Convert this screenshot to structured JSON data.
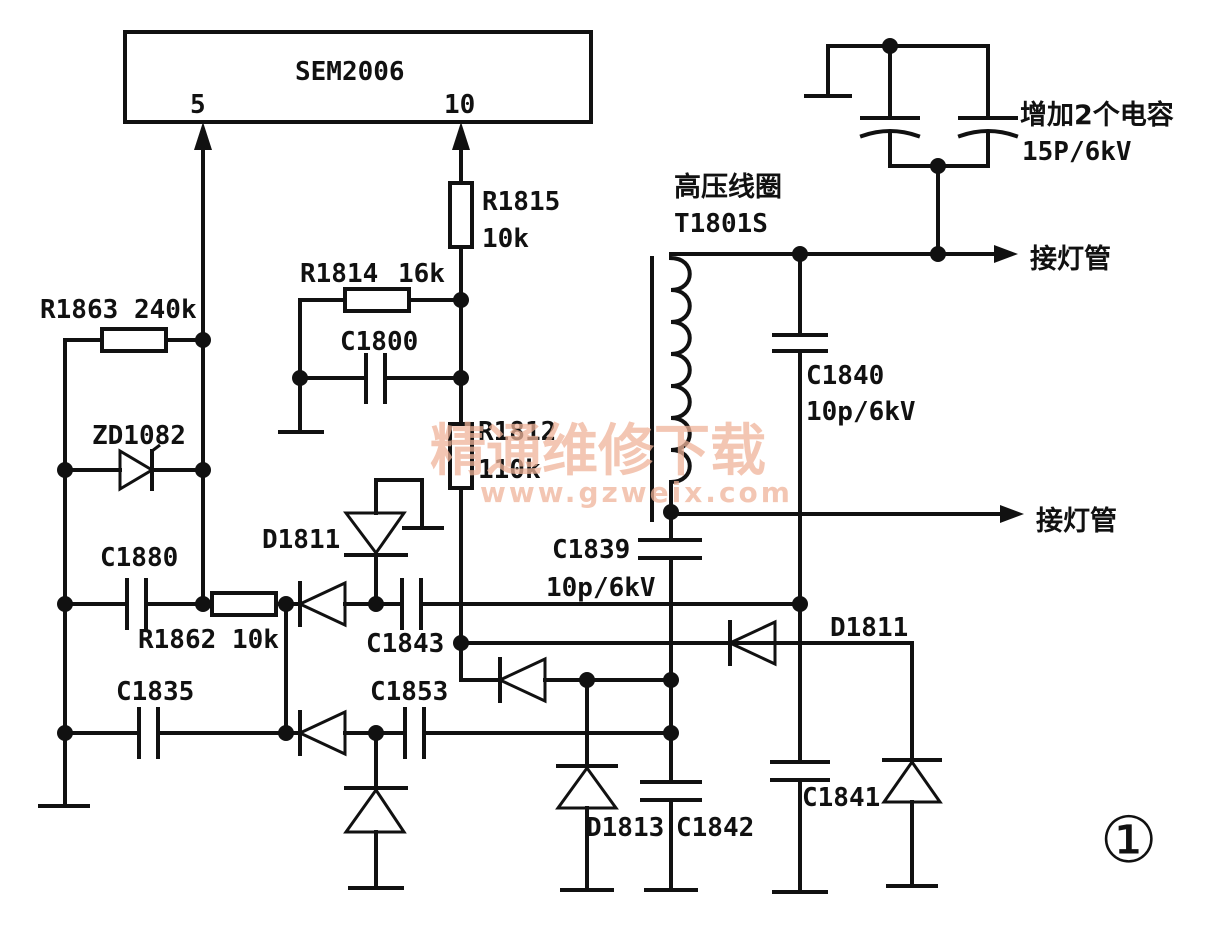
{
  "ic": {
    "name": "SEM2006",
    "pin_a": "5",
    "pin_b": "10"
  },
  "labels": {
    "r1815": "R1815",
    "r1815_val": "10k",
    "r1814": "R1814",
    "r1814_val": "16k",
    "r1863": "R1863",
    "r1863_val": "240k",
    "c1800": "C1800",
    "r1812": "R1812",
    "r1812_val": "110k",
    "zd1082": "ZD1082",
    "d1811_a": "D1811",
    "c1880": "C1880",
    "r1862": "R1862",
    "r1862_val": "10k",
    "c1843": "C1843",
    "c1835": "C1835",
    "c1853": "C1853",
    "c1839": "C1839",
    "c1839_val": "10p/6kV",
    "c1840": "C1840",
    "c1840_val": "10p/6kV",
    "d1811_b": "D1811",
    "d1813": "D1813",
    "c1842": "C1842",
    "c1841": "C1841",
    "coil_title": "高压线圈",
    "coil_name": "T1801S",
    "add_caps": "增加2个电容",
    "add_caps_val": "15P/6kV",
    "lamp_out_1": "接灯管",
    "lamp_out_2": "接灯管",
    "figure_number": "①"
  },
  "watermark": {
    "title": "精通维修下载",
    "url": "www.gzweix.com"
  }
}
